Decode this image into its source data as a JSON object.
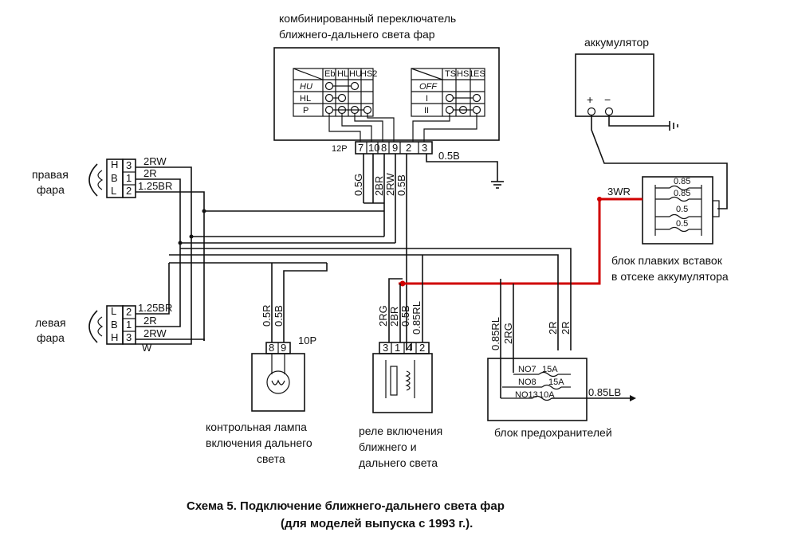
{
  "switch": {
    "title_line1": "комбинированный переключатель",
    "title_line2": "ближнего-дальнего света фар",
    "left_cols": [
      "Eb",
      "HL",
      "HU",
      "HS2"
    ],
    "left_rows": [
      "HU",
      "HL",
      "P"
    ],
    "right_cols": [
      "TS",
      "HS1",
      "ES"
    ],
    "right_rows": [
      "OFF",
      "I",
      "II"
    ],
    "connector_label": "12P",
    "pins": [
      "7",
      "10",
      "8",
      "9",
      "2",
      "3"
    ]
  },
  "battery": {
    "label": "аккумулятор",
    "plus": "+",
    "minus": "−"
  },
  "right_headlamp": {
    "label_line1": "правая",
    "label_line2": "фара",
    "pins": [
      "3",
      "1",
      "2"
    ],
    "letters": [
      "H",
      "B",
      "L"
    ],
    "wires": [
      "2RW",
      "2R",
      "1.25BR"
    ]
  },
  "left_headlamp": {
    "label_line1": "левая",
    "label_line2": "фара",
    "pins": [
      "2",
      "1",
      "3"
    ],
    "letters": [
      "L",
      "B",
      "H"
    ],
    "wires": [
      "1.25BR",
      "2R",
      "2RW",
      "W"
    ]
  },
  "wires": {
    "w05b_top": "0.5B",
    "w05g": "0.5G",
    "w2br": "2BR",
    "w2rw": "2RW",
    "w05b_v": "0.5B",
    "w3wr": "3WR",
    "lamp_05r": "0.5R",
    "lamp_05b": "0.5B",
    "relay_2rg": "2RG",
    "relay_2br": "2BR",
    "relay_05b": "0.5B",
    "relay_085rl": "0.85RL",
    "fuse_085rl": "0.85RL",
    "fuse_2rg": "2RG",
    "fuse_2r_a": "2R",
    "fuse_2r_b": "2R",
    "out_085lb": "0.85LB"
  },
  "fusible_links": {
    "ratings": [
      "0.85",
      "0.85",
      "0.5",
      "0.5"
    ],
    "label_line1": "блок плавких вставок",
    "label_line2": "в отсеке аккумулятора"
  },
  "lamp": {
    "connector": "10P",
    "pins": [
      "8",
      "9"
    ],
    "label_line1": "контрольная лампа",
    "label_line2": "включения дальнего",
    "label_line3": "света"
  },
  "relay": {
    "pins": [
      "3",
      "1",
      "4",
      "2"
    ],
    "label_line1": "реле включения",
    "label_line2": "ближнего и",
    "label_line3": "дальнего света"
  },
  "fuse_box": {
    "fuses": [
      {
        "no": "NO7",
        "rating": "15A"
      },
      {
        "no": "NO8",
        "rating": "15A"
      },
      {
        "no": "NO13",
        "rating": "10A"
      }
    ],
    "label": "блок предохранителей"
  },
  "caption": {
    "line1": "Схема 5. Подключение ближнего-дальнего света фар",
    "line2": "(для моделей выпуска с 1993 г.)."
  }
}
